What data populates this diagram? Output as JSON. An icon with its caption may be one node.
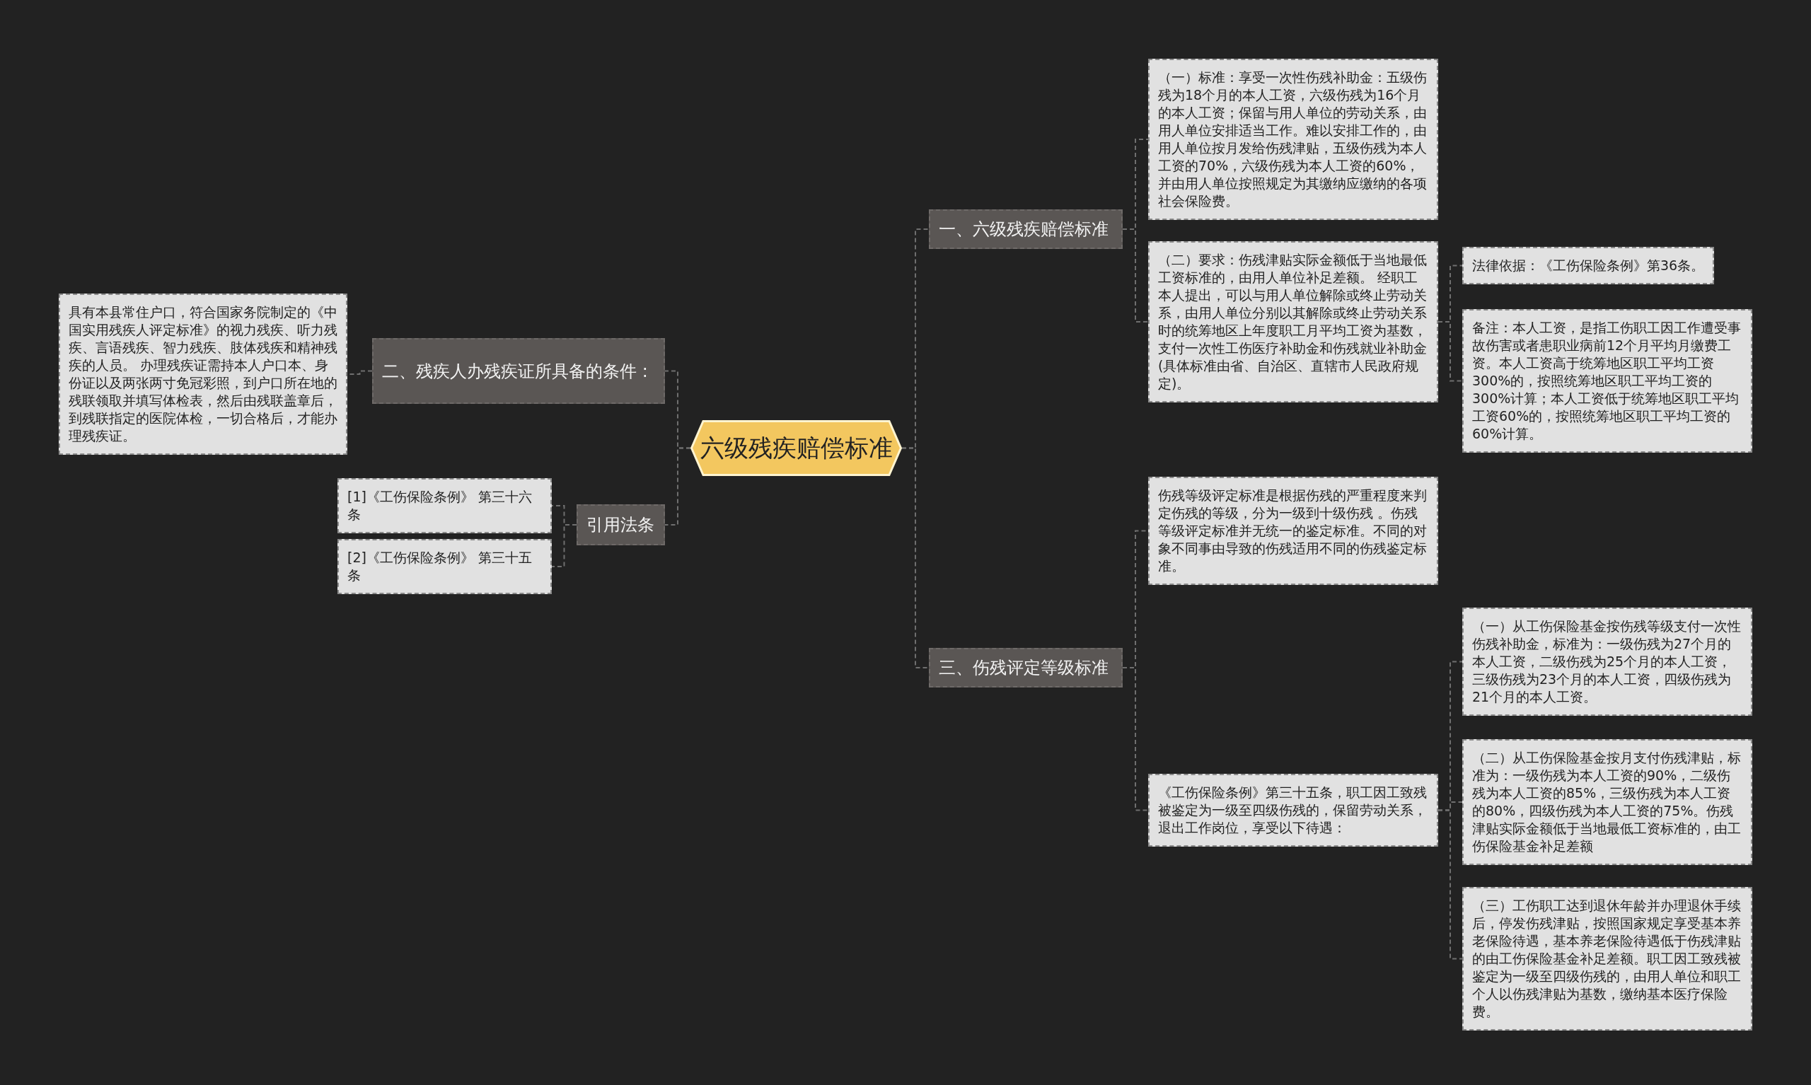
{
  "diagram": {
    "nodes": [
      {
        "text": [
          "六级残疾赔偿标准"
        ]
      },
      {
        "text": [
          "一、六级残疾赔偿标准"
        ]
      },
      {
        "text": [
          "（一）标准：享受一次性伤残补助金：五级伤残为18个月的本人工资，六级伤残为16个月的本人工资；保留与用人单位的劳动关系，由用人单位安排适当工作。难以安排工作的，由用人单位按月发给伤残津贴，五级伤残为本人工资的70%，六级伤残为本人工资的60%，并由用人单位按照规定为其缴纳应缴纳的各项社会保险费。"
        ]
      },
      {
        "text": [
          "（二）要求：伤残津贴实际金额低于当地最低工资标准的，由用人单位补足差额。 经职工本人提出，可以与用人单位解除或终止劳动关系，由用人单位分别以其解除或终止劳动关系时的统筹地区上年度职工月平均工资为基数，支付一次性工伤医疗补助金和伤残就业补助金(具体标准由省、自治区、直辖市人民政府规定)。"
        ]
      },
      {
        "text": [
          "法律依据：《工伤保险条例》第36条。"
        ]
      },
      {
        "text": [
          "备注：本人工资，是指工伤职工因工作遭受事故伤害或者患职业病前12个月平均月缴费工资。本人工资高于统筹地区职工平均工资300%的，按照统筹地区职工平均工资的300%计算；本人工资低于统筹地区职工平均工资60%的，按照统筹地区职工平均工资的60%计算。"
        ]
      },
      {
        "text": [
          "三、伤残评定等级标准"
        ]
      },
      {
        "text": [
          "伤残等级评定标准是根据伤残的严重程度来判定伤残的等级，分为一级到十级伤残 。伤残等级评定标准并无统一的鉴定标准。不同的对象不同事由导致的伤残适用不同的伤残鉴定标准。"
        ]
      },
      {
        "text": [
          "《工伤保险条例》第三十五条，职工因工致残被鉴定为一级至四级伤残的，保留劳动关系，退出工作岗位，享受以下待遇："
        ]
      },
      {
        "text": [
          "（一）从工伤保险基金按伤残等级支付一次性伤残补助金，标准为：一级伤残为27个月的本人工资，二级伤残为25个月的本人工资，三级伤残为23个月的本人工资，四级伤残为21个月的本人工资。"
        ]
      },
      {
        "text": [
          "（二）从工伤保险基金按月支付伤残津贴，标准为：一级伤残为本人工资的90%，二级伤残为本人工资的85%，三级伤残为本人工资的80%，四级伤残为本人工资的75%。伤残津贴实际金额低于当地最低工资标准的，由工伤保险基金补足差额"
        ]
      },
      {
        "text": [
          "（三）工伤职工达到退休年龄并办理退休手续后，停发伤残津贴，按照国家规定享受基本养老保险待遇，基本养老保险待遇低于伤残津贴的由工伤保险基金补足差额。职工因工致残被鉴定为一级至四级伤残的，由用人单位和职工个人以伤残津贴为基数，缴纳基本医疗保险费。"
        ]
      },
      {
        "text": [
          "二、残疾人办残疾证所具备的条件 :"
        ]
      },
      {
        "text": [
          "具有本县常住户口，符合国家务院制定的《中国实用残疾人评定标准》的视力残疾、听力残疾、言语残疾、智力残疾、肢体残疾和精神残疾的人员。 办理残疾证需持本人户口本、身份证以及两张两寸免冠彩照，到户口所在地的残联领取并填写体检表，然后由残联盖章后，到残联指定的医院体检，一切合格后，才能办理残疾证。"
        ]
      },
      {
        "text": [
          "引用法条"
        ]
      },
      {
        "text": [
          "[1]《工伤保险条例》 第三十六条"
        ]
      },
      {
        "text": [
          "[2]《工伤保险条例》 第三十五条"
        ]
      }
    ],
    "edges": [
      {
        "from": 0,
        "to": 1,
        "arrow": "none"
      },
      {
        "from": 1,
        "to": 2,
        "arrow": "none"
      },
      {
        "from": 1,
        "to": 3,
        "arrow": "none"
      },
      {
        "from": 3,
        "to": 4,
        "arrow": "none"
      },
      {
        "from": 3,
        "to": 5,
        "arrow": "none"
      },
      {
        "from": 0,
        "to": 6,
        "arrow": "none"
      },
      {
        "from": 6,
        "to": 7,
        "arrow": "none"
      },
      {
        "from": 6,
        "to": 8,
        "arrow": "none"
      },
      {
        "from": 8,
        "to": 9,
        "arrow": "none"
      },
      {
        "from": 8,
        "to": 10,
        "arrow": "none"
      },
      {
        "from": 8,
        "to": 11,
        "arrow": "none"
      },
      {
        "from": 0,
        "to": 12,
        "arrow": "none"
      },
      {
        "from": 12,
        "to": 13,
        "arrow": "none"
      },
      {
        "from": 0,
        "to": 14,
        "arrow": "none"
      },
      {
        "from": 14,
        "to": 15,
        "arrow": "none"
      },
      {
        "from": 14,
        "to": 16,
        "arrow": "none"
      }
    ]
  }
}
